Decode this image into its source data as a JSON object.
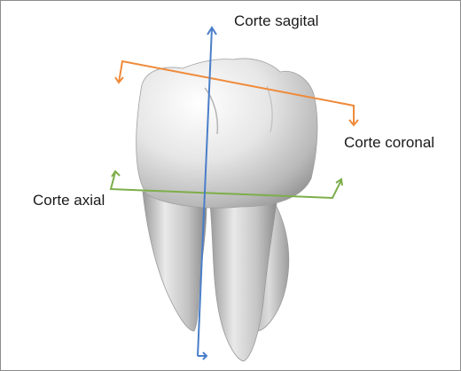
{
  "labels": {
    "sagittal": "Corte sagital",
    "coronal": "Corte coronal",
    "axial": "Corte axial"
  },
  "colors": {
    "sagittal": "#4a7ec9",
    "coronal": "#ef8a3a",
    "axial": "#7dae4a",
    "border": "#8c8c8c"
  },
  "subject": "molar-tooth"
}
